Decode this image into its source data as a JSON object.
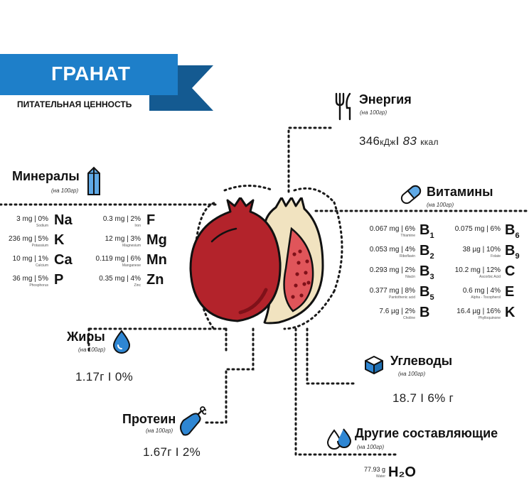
{
  "header": {
    "title": "ГРАНАТ",
    "subtitle": "ПИТАТЕЛЬНАЯ ЦЕННОСТЬ"
  },
  "energy": {
    "title": "Энергия",
    "sub": "(на 100гр)",
    "kj": "346",
    "kj_unit": "кДж",
    "sep": "I",
    "kcal": "83",
    "kcal_unit": "ккал"
  },
  "minerals": {
    "title": "Минералы",
    "sub": "(на 100гр)",
    "left": [
      {
        "amount": "3 mg | 0%",
        "name": "Sodium",
        "symbol": "Na"
      },
      {
        "amount": "236 mg | 5%",
        "name": "Potassium",
        "symbol": "K"
      },
      {
        "amount": "10 mg | 1%",
        "name": "Calcium",
        "symbol": "Ca"
      },
      {
        "amount": "36 mg | 5%",
        "name": "Phosphorus",
        "symbol": "P"
      }
    ],
    "right": [
      {
        "amount": "0.3 mg | 2%",
        "name": "Iron",
        "symbol": "F"
      },
      {
        "amount": "12 mg | 3%",
        "name": "Magnesium",
        "symbol": "Mg"
      },
      {
        "amount": "0.119 mg | 6%",
        "name": "Manganese",
        "symbol": "Mn"
      },
      {
        "amount": "0.35 mg | 4%",
        "name": "Zinc",
        "symbol": "Zn"
      }
    ]
  },
  "vitamins": {
    "title": "Витамины",
    "sub": "(на 100гр)",
    "left": [
      {
        "amount": "0.067 mg | 6%",
        "name": "Thiamine",
        "symbol": "B",
        "subscript": "1"
      },
      {
        "amount": "0.053 mg | 4%",
        "name": "Riboflavin",
        "symbol": "B",
        "subscript": "2"
      },
      {
        "amount": "0.293 mg | 2%",
        "name": "Niacin",
        "symbol": "B",
        "subscript": "3"
      },
      {
        "amount": "0.377 mg | 8%",
        "name": "Pantothenic acid",
        "symbol": "B",
        "subscript": "5"
      },
      {
        "amount": "7.6 µg | 2%",
        "name": "Choline",
        "symbol": "B",
        "subscript": ""
      }
    ],
    "right": [
      {
        "amount": "0.075 mg | 6%",
        "name": "",
        "symbol": "B",
        "subscript": "6"
      },
      {
        "amount": "38 µg | 10%",
        "name": "Folate",
        "symbol": "B",
        "subscript": "9"
      },
      {
        "amount": "10.2 mg | 12%",
        "name": "Ascorbic Acid",
        "symbol": "C",
        "subscript": ""
      },
      {
        "amount": "0.6 mg | 4%",
        "name": "Alpha - Tocopherol",
        "symbol": "E",
        "subscript": ""
      },
      {
        "amount": "16.4 µg | 16%",
        "name": "Phylloquinone",
        "symbol": "K",
        "subscript": ""
      }
    ]
  },
  "fats": {
    "title": "Жиры",
    "sub": "(на 100гр)",
    "value": "1.17г  I 0%"
  },
  "protein": {
    "title": "Протеин",
    "sub": "(на 100гр)",
    "value": "1.67г  I 2%"
  },
  "carbs": {
    "title": "Углеводы",
    "sub": "(на 100гр)",
    "value": "18.7 I 6% г"
  },
  "other": {
    "title": "Другие составляющие",
    "sub": "(на 100гр)",
    "amount": "77.93 g",
    "name": "Water",
    "symbol": "H₂O"
  },
  "colors": {
    "banner": "#1e7fc9",
    "banner_dark": "#145a91",
    "icon_blue": "#2e86d3",
    "fruit_red": "#b3232b",
    "fruit_dark": "#7f1119",
    "rind": "#f1e3c0",
    "flesh": "#e0555a"
  }
}
